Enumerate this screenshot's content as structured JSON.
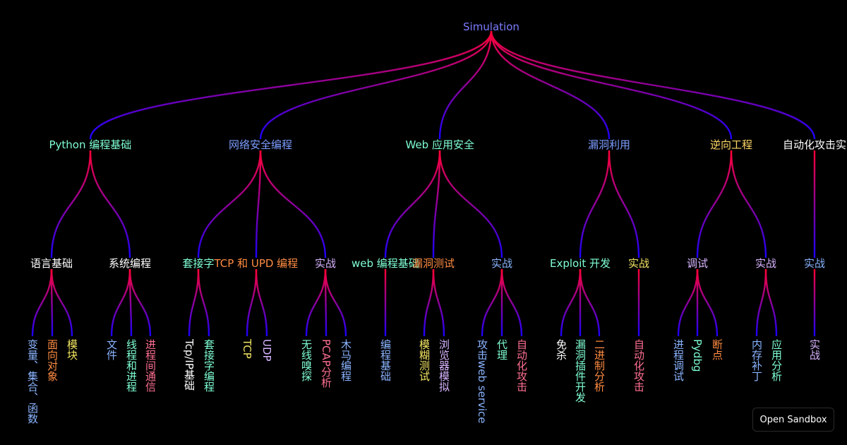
{
  "diagram": {
    "root": {
      "label": "Simulation",
      "color": "#7b7bff"
    },
    "branches": [
      {
        "label": "Python 编程基础",
        "color": "#7fffd4",
        "children": [
          {
            "label": "语言基础",
            "color": "#ffffff",
            "leaves": [
              {
                "label": "变量、集合、函数",
                "color": "#8ab4ff"
              },
              {
                "label": "面向对象",
                "color": "#ff8c42"
              },
              {
                "label": "模块",
                "color": "#f5e663"
              }
            ]
          },
          {
            "label": "系统编程",
            "color": "#ffffff",
            "leaves": [
              {
                "label": "文件",
                "color": "#8ab4ff"
              },
              {
                "label": "线程和进程",
                "color": "#7fffd4"
              },
              {
                "label": "进程间通信",
                "color": "#ff6f91"
              }
            ]
          }
        ]
      },
      {
        "label": "网络安全编程",
        "color": "#7b9cff",
        "children": [
          {
            "label": "套接字",
            "color": "#7fffd4",
            "leaves": [
              {
                "label": "Tcp/IP基础",
                "color": "#ffffff"
              },
              {
                "label": "套接字编程",
                "color": "#7fffd4"
              }
            ]
          },
          {
            "label": "TCP 和 UPD 编程",
            "color": "#ff8c42",
            "leaves": [
              {
                "label": "TCP",
                "color": "#f5e663"
              },
              {
                "label": "UDP",
                "color": "#d8b4ff"
              }
            ]
          },
          {
            "label": "实战",
            "color": "#d8b4ff",
            "leaves": [
              {
                "label": "无线嗅探",
                "color": "#7fffd4"
              },
              {
                "label": "PCAP分析",
                "color": "#ff6f91"
              },
              {
                "label": "木马编程",
                "color": "#8ab4ff"
              }
            ]
          }
        ]
      },
      {
        "label": "Web 应用安全",
        "color": "#7fffd4",
        "children": [
          {
            "label": "web 编程基础",
            "color": "#7fffd4",
            "leaves": [
              {
                "label": "编程基础",
                "color": "#8ab4ff"
              }
            ]
          },
          {
            "label": "漏洞测试",
            "color": "#ff8c42",
            "leaves": [
              {
                "label": "模糊测试",
                "color": "#f5e663"
              },
              {
                "label": "浏览器模拟",
                "color": "#d8b4ff"
              }
            ]
          },
          {
            "label": "实战",
            "color": "#8ab4ff",
            "leaves": [
              {
                "label": "攻击web service",
                "color": "#8ab4ff"
              },
              {
                "label": "代理",
                "color": "#7fffd4"
              },
              {
                "label": "自动化攻击",
                "color": "#ff6f91"
              }
            ]
          }
        ]
      },
      {
        "label": "漏洞利用",
        "color": "#7b9cff",
        "children": [
          {
            "label": "Exploit 开发",
            "color": "#7fffd4",
            "leaves": [
              {
                "label": "免杀",
                "color": "#ffffff"
              },
              {
                "label": "漏洞插件开发",
                "color": "#7fffd4"
              },
              {
                "label": "二进制分析",
                "color": "#ff8c42"
              }
            ]
          },
          {
            "label": "实战",
            "color": "#f5e663",
            "leaves": [
              {
                "label": "自动化攻击",
                "color": "#ff6f91"
              }
            ]
          }
        ]
      },
      {
        "label": "逆向工程",
        "color": "#ffd966",
        "children": [
          {
            "label": "调试",
            "color": "#d8b4ff",
            "leaves": [
              {
                "label": "进程调试",
                "color": "#8ab4ff"
              },
              {
                "label": "Pydbg",
                "color": "#7fffd4"
              },
              {
                "label": "断点",
                "color": "#ff8c42"
              }
            ]
          },
          {
            "label": "实战",
            "color": "#d8b4ff",
            "leaves": [
              {
                "label": "内存补丁",
                "color": "#8ab4ff"
              },
              {
                "label": "应用分析",
                "color": "#7fffd4"
              }
            ]
          }
        ]
      },
      {
        "label": "自动化攻击实",
        "color": "#ffffff",
        "children": [
          {
            "label": "实战",
            "color": "#8ab4ff",
            "leaves": [
              {
                "label": "实战",
                "color": "#d8b4ff"
              }
            ]
          }
        ]
      }
    ]
  },
  "edge_colors": {
    "from": "#ff0033",
    "to": "#1a00ff"
  },
  "sandbox_button": {
    "label": "Open Sandbox"
  }
}
